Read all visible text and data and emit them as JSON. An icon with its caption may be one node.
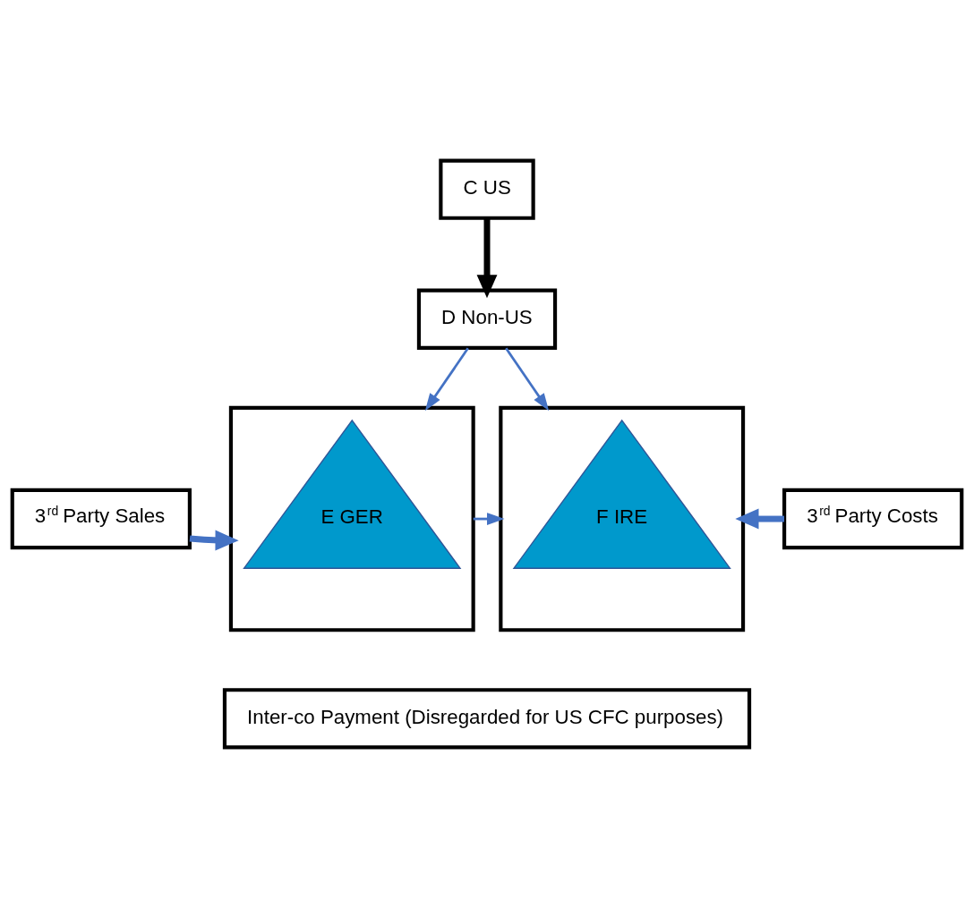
{
  "diagram": {
    "nodes": [
      {
        "text": [
          "C US"
        ]
      },
      {
        "text": [
          "D Non-US"
        ]
      },
      {
        "text": [
          "3$^{rd}$ Party Sales"
        ]
      },
      {
        "text": [],
        "shape": "box"
      },
      {
        "text": [
          "E GER"
        ],
        "in": 3
      },
      {
        "text": [],
        "shape": "box"
      },
      {
        "text": [
          "F IRE"
        ],
        "in": 5
      },
      {
        "text": [
          "3$^{rd}$ Party Costs"
        ]
      },
      {
        "text": [
          "Inter-co Payment (Disregarded for US CFC purposes)"
        ]
      }
    ],
    "edges": [
      {
        "from": 0,
        "to": 1,
        "arrow": "to",
        "style": "thick",
        "color": "#000000"
      },
      {
        "from": 1,
        "to": 3,
        "arrow": "to"
      },
      {
        "from": 1,
        "to": 5,
        "arrow": "to"
      },
      {
        "from": 2,
        "to": 3,
        "arrow": "to",
        "style": "thick"
      },
      {
        "from": 3,
        "to": 5,
        "arrow": "to"
      },
      {
        "from": 7,
        "to": 5,
        "arrow": "to",
        "style": "thick"
      }
    ]
  }
}
